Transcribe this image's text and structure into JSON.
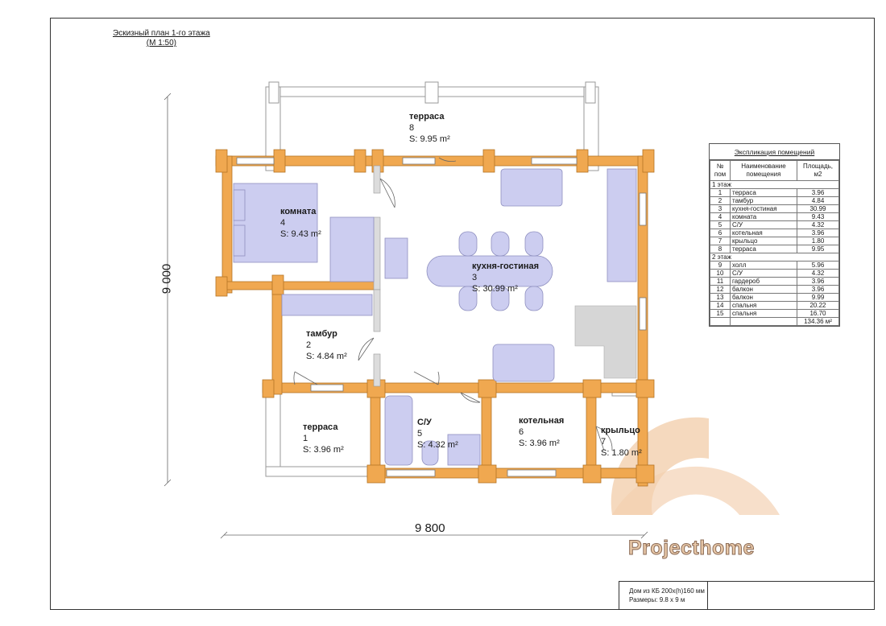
{
  "sheet": {
    "title_line1": "Эскизный план 1-го этажа",
    "title_line2": "(М 1:50)",
    "dim_vertical": "9 000",
    "dim_horizontal": "9 800"
  },
  "rooms": [
    {
      "name": "терраса",
      "num": "8",
      "area": "S: 9.95 m²"
    },
    {
      "name": "комната",
      "num": "4",
      "area": "S: 9.43 m²"
    },
    {
      "name": "кухня-гостиная",
      "num": "3",
      "area": "S:      30.99 m²"
    },
    {
      "name": "тамбур",
      "num": "2",
      "area": "S: 4.84 m²"
    },
    {
      "name": "терраса",
      "num": "1",
      "area": "S: 3.96 m²"
    },
    {
      "name": "С/У",
      "num": "5",
      "area": "S: 4.32 m²"
    },
    {
      "name": "котельная",
      "num": "6",
      "area": "S:  3.96 m²"
    },
    {
      "name": "крыльцо",
      "num": "7",
      "area": "S: 1.80 m²"
    }
  ],
  "explication": {
    "caption": "Экспликация помещений",
    "headers": [
      "№ пом",
      "Наименование помещения",
      "Площадь, м2"
    ],
    "floor1": "1 этаж",
    "floor2": "2 этаж",
    "rows1": [
      {
        "n": "1",
        "name": "терраса",
        "area": "3.96"
      },
      {
        "n": "2",
        "name": "тамбур",
        "area": "4.84"
      },
      {
        "n": "3",
        "name": "кухня-гостиная",
        "area": "30.99"
      },
      {
        "n": "4",
        "name": "комната",
        "area": "9.43"
      },
      {
        "n": "5",
        "name": "С/У",
        "area": "4.32"
      },
      {
        "n": "6",
        "name": "котельная",
        "area": "3.96"
      },
      {
        "n": "7",
        "name": "крыльцо",
        "area": "1.80"
      },
      {
        "n": "8",
        "name": "терраса",
        "area": "9.95"
      }
    ],
    "rows2": [
      {
        "n": "9",
        "name": "холл",
        "area": "5.96"
      },
      {
        "n": "10",
        "name": "С/У",
        "area": "4.32"
      },
      {
        "n": "11",
        "name": "гардероб",
        "area": "3.96"
      },
      {
        "n": "12",
        "name": "балкон",
        "area": "3.96"
      },
      {
        "n": "13",
        "name": "балкон",
        "area": "9.99"
      },
      {
        "n": "14",
        "name": "спальня",
        "area": "20.22"
      },
      {
        "n": "15",
        "name": "спальня",
        "area": "16.70"
      }
    ],
    "total": "134.36 м²"
  },
  "stamp": {
    "line1": "Дом из КБ 200х(h)160 мм",
    "line2": "Размеры: 9.8 х 9 м"
  },
  "logo": {
    "text": "Projecthome",
    "color": "#f2cfae"
  },
  "colors": {
    "log_wall": "#f0a850",
    "furniture": "#cccdf0",
    "furniture_stroke": "#8f90c0",
    "wall_gray": "#c8c8c8"
  }
}
